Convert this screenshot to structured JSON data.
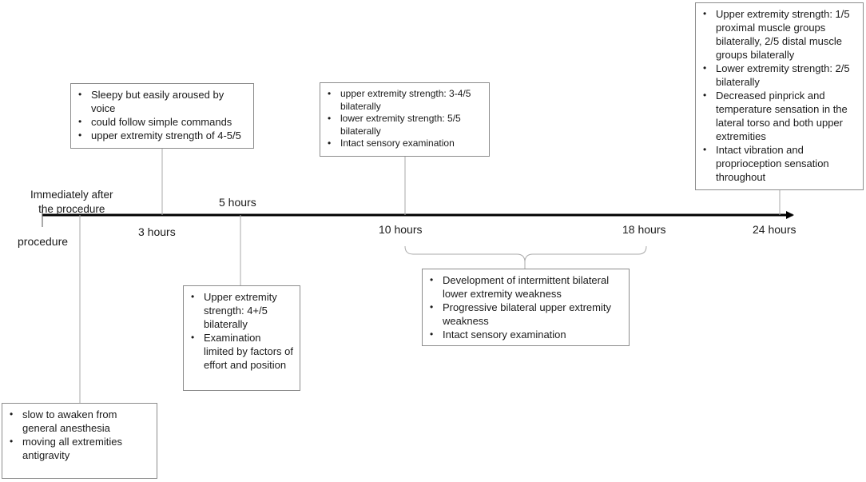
{
  "timeline": {
    "labels": {
      "procedure": "procedure",
      "immediately": "Immediately after\nthe procedure",
      "h3": "3 hours",
      "h5": "5 hours",
      "h10": "10 hours",
      "h18": "18 hours",
      "h24": "24 hours"
    }
  },
  "boxes": {
    "immediate": {
      "items": [
        "slow to awaken from general anesthesia",
        "moving all extremities antigravity"
      ]
    },
    "h3": {
      "items": [
        "Sleepy but easily aroused by voice",
        "could follow simple commands",
        "upper extremity strength of 4-5/5"
      ]
    },
    "h5": {
      "items": [
        "Upper extremity strength: 4+/5 bilaterally",
        "Examination limited by factors of effort and position"
      ]
    },
    "h10": {
      "items": [
        "upper extremity strength: 3-4/5 bilaterally",
        "lower extremity strength: 5/5 bilaterally",
        "Intact sensory examination"
      ]
    },
    "h10_18": {
      "items": [
        "Development of intermittent bilateral lower extremity weakness",
        "Progressive bilateral upper extremity weakness",
        "Intact sensory examination"
      ]
    },
    "h24": {
      "items": [
        "Upper extremity strength: 1/5 proximal muscle groups bilaterally, 2/5 distal muscle groups bilaterally",
        "Lower extremity strength: 2/5 bilaterally",
        "Decreased pinprick and temperature sensation in the lateral torso and both upper extremities",
        " Intact vibration and proprioception sensation throughout"
      ]
    }
  }
}
